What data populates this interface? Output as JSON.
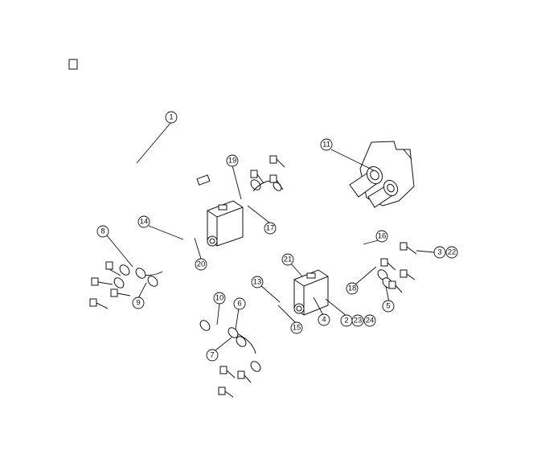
{
  "callouts": {
    "c1": "1",
    "c2": "2",
    "c3": "3",
    "c4": "4",
    "c5": "5",
    "c6": "6",
    "c7": "7",
    "c8": "8",
    "c9": "9",
    "c10": "10",
    "c11": "11",
    "c12": "",
    "c13": "13",
    "c14": "14",
    "c15": "15",
    "c16": "16",
    "c17": "17",
    "c18": "18",
    "c19": "19",
    "c20": "20",
    "c21": "21",
    "c22": "22",
    "c23": "23",
    "c24": "24"
  }
}
